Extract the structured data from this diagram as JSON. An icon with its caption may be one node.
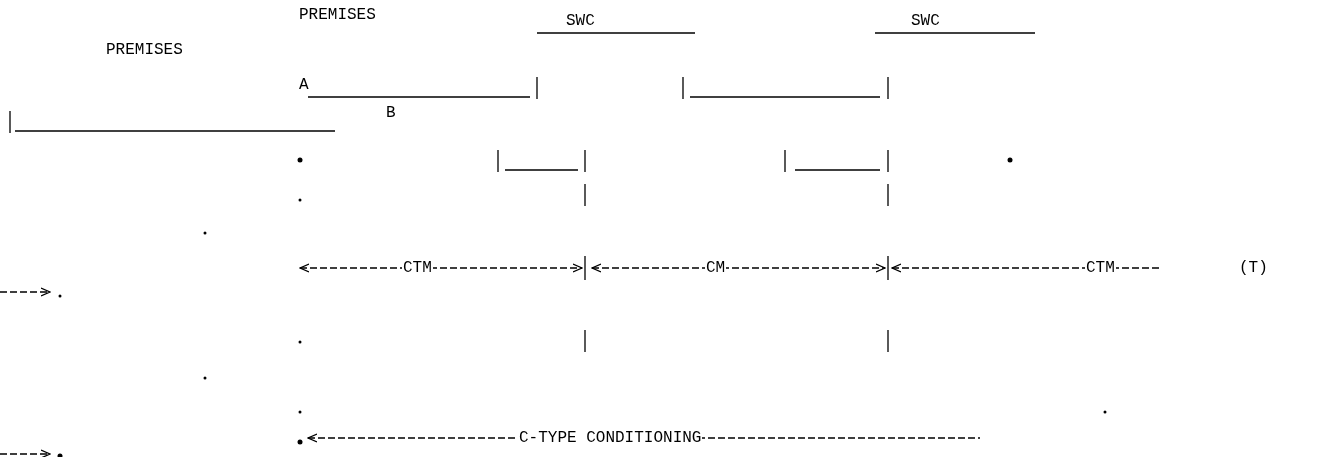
{
  "diagram": {
    "labels": [
      "PREMISES",
      "SWC",
      "SWC",
      "PREMISES",
      "A",
      "B",
      "CTM",
      "CM",
      "CTM",
      "(T)",
      "C-TYPE CONDITIONING"
    ]
  }
}
